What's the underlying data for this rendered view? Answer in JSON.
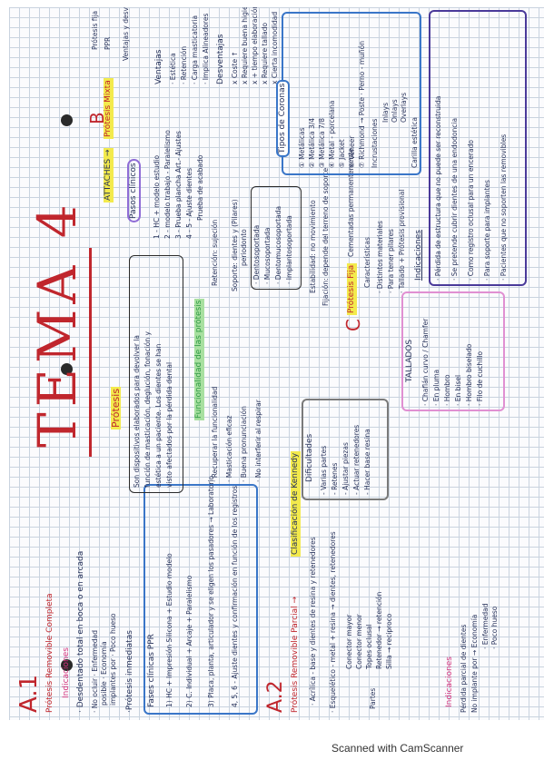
{
  "title": "TEMA 4",
  "watermark": "Scanned with CamScanner",
  "colors": {
    "accent_red": "#c0262d",
    "pink": "#d2317c",
    "green": "#2f9a44",
    "blue": "#3a76c8",
    "yellow": "#f3ea4c",
    "purple": "#8f6cd6"
  },
  "a1": {
    "label": "A.1",
    "title": "Prótesis Removible Completa",
    "indicaciones": "Indicaciones",
    "lines": [
      "· Desdentado total en boca o en arcada",
      "· No ocluir · Enfermedad",
      "posible · Economía",
      "implantes por · Poco hueso",
      "·Prótesis inmediatas"
    ]
  },
  "fases": {
    "title": "Fases clínicas PPR",
    "lines": [
      "1) HC + Impresión Silicona + Estudio modelo",
      "2) C. Individual + Arcaje + Paralelismo",
      "3) Placa, planta, articulador y se eligen los pasadores → Laboratorio",
      "4, 5, 6 - Ajuste dientes y confirmación en función de los registros"
    ]
  },
  "a2": {
    "label": "A.2",
    "title": "Prótesis Removible Parcial →",
    "clasif": "Clasificación de Kennedy",
    "acrilica": "· Acrílica - base y dientes de resina y retenedores",
    "esqueletico": "· Esquelético - metal + resina → dientes, retenedores",
    "partes": [
      "Conector mayor",
      "Conector menor",
      "Topes oclusal",
      "Retenedor → retención",
      "Silla → reciproco"
    ]
  },
  "indicaciones2": {
    "title": "Indicaciones",
    "lines": [
      "Pérdida parcial de dientes",
      "No implante por → Economía",
      "· Enfermedad",
      "· Poco hueso"
    ]
  },
  "protesis": {
    "title": "Prótesis",
    "desc": [
      "Son dispositivos elaborados para devolver la",
      "función de masticación, deglución, fonación y",
      "estética a un paciente. Los dientes se han",
      "visto afectados por la pérdida dental"
    ]
  },
  "funcionalidad": {
    "title": "Funcionalidad de las prótesis",
    "lines": [
      "· Recuperar la funcionalidad",
      "· Masticación eficaz",
      "· Buena pronunciación",
      "· No interferir al respirar"
    ]
  },
  "retencion": "Retención: sujeción",
  "soporte": {
    "lines": [
      "Soporte: dientes y (Pilares)",
      "periodonto"
    ],
    "list": [
      "· Dentosoportada",
      "· Mucosoportada",
      "· Dentomucosoportada",
      "· Implantosoportada"
    ]
  },
  "estabilidad": "Estabilidad: no movimiento",
  "fijacion": "Fijación: depende del terreno de soporte",
  "c": {
    "label": "C",
    "title": "Prótesis Fija",
    "cementadas": "Cementadas permanentemente",
    "caracteristicas": "Características",
    "lines": [
      "· Distintos materiales",
      "· Para tener pilares",
      "· Tallado + Prótesis provisional"
    ]
  },
  "dificultades": {
    "title": "Dificultades",
    "lines": [
      "- Varias partes",
      "- Retenes",
      "- Ajustar piezas",
      "- Actuar retenedores",
      "- Hacer base resina"
    ]
  },
  "tallados": {
    "title": "TALLADOS",
    "lines": [
      "· Chaflán curvo / Chamfer",
      "· En pluma",
      "· Hombro",
      "· En bisel",
      "· Hombro biselado",
      "· Filo de cuchillo"
    ]
  },
  "indicaciones3": {
    "title": "Indicaciones",
    "lines": [
      "· Pérdida de estructura que no puede ser reconstruida",
      "· Se pretende cubrir dientes de una endodoncia",
      "· Como registro oclusal para un encerado",
      "· Para soporte para implantes",
      "· Pacientes que no soporten las removibles"
    ]
  },
  "attaches": {
    "label": "ATTACHES →",
    "b": "B",
    "protesis_mixta": "Prótesis Mixta",
    "fija": "Prótesis fija",
    "ppr": "PPR",
    "ventajas_desventajas": "Ventajas y desventajas"
  },
  "pasos": {
    "title": "Pasos clínicos",
    "lines": [
      "1 - HC + modelo estudio",
      "2 - modelo trabajo - Paralelismo",
      "3 - Prueba plancha Art.- Ajustes",
      "4 - 5 - Ajuste dientes",
      "Prueba de acabado"
    ]
  },
  "ventajas": {
    "title": "Ventajas",
    "lines": [
      "· Estética",
      "· Retención",
      "· Carga masticatoria",
      "· Implica Alineadores"
    ]
  },
  "desventajas": {
    "title": "Desventajas",
    "lines": [
      "x Coste ↑",
      "x Requiere buena higiene",
      "x + tiempo elaboración",
      "x Requiere tallado",
      "x Cierta incomodidad"
    ]
  },
  "tipos": {
    "title": "Tipos de Coronas",
    "items": [
      "① Metálicas",
      "② Metálica 3/4",
      "③ Metálica 7/8",
      "④ Metal - porcelana",
      "⑤ Jacket",
      "⑥ Veneer",
      "⑦ Richmond → Poste · Perno - muñón"
    ],
    "incrust": "Incrustaciones",
    "incrust_list": [
      "Inlays",
      "Onlays",
      "Overlays"
    ],
    "carilla": "Carilla estética"
  }
}
